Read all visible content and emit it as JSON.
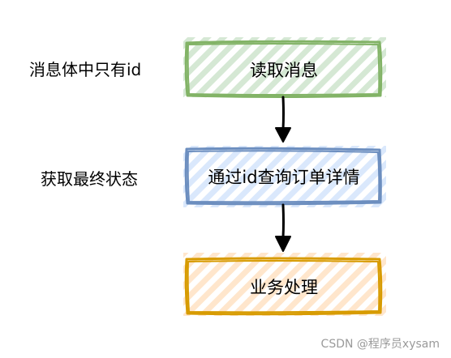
{
  "side_labels": {
    "message_body": "消息体中只有id",
    "get_final_state": "获取最终状态"
  },
  "nodes": [
    {
      "id": "read",
      "label": "读取消息",
      "stroke": "#82b366",
      "fill": "#d5e8d4"
    },
    {
      "id": "query",
      "label": "通过id查询订单详情",
      "stroke": "#6c8ebf",
      "fill": "#dae8fc"
    },
    {
      "id": "process",
      "label": "业务处理",
      "stroke": "#d79b00",
      "fill": "#ffe6cc"
    }
  ],
  "watermark": "CSDN @程序员xysam"
}
